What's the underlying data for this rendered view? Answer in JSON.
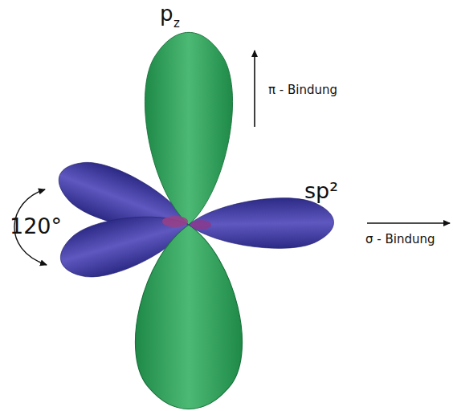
{
  "diagram": {
    "labels": [
      "p",
      "z",
      "π - Bindung",
      "sp²",
      "σ - Bindung",
      "120°"
    ]
  }
}
